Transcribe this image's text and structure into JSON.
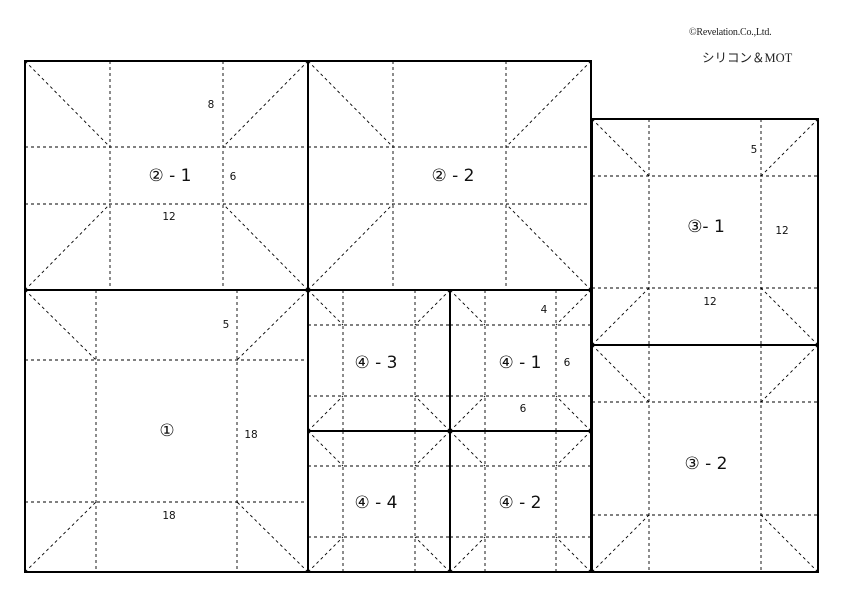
{
  "header": {
    "copyright": "©Revelation.Co.,Ltd.",
    "subtitle": "シリコン＆MOT"
  },
  "panels": [
    {
      "id": "2-1",
      "label": "② - 1"
    },
    {
      "id": "2-2",
      "label": "② - 2"
    },
    {
      "id": "3-1",
      "label": "③- 1"
    },
    {
      "id": "3-2",
      "label": "③ - 2"
    },
    {
      "id": "1",
      "label": "①"
    },
    {
      "id": "4-3",
      "label": "④ - 3"
    },
    {
      "id": "4-1",
      "label": "④ - 1"
    },
    {
      "id": "4-4",
      "label": "④ - 4"
    },
    {
      "id": "4-2",
      "label": "④ - 2"
    }
  ],
  "dimensions": [
    {
      "panel": "2-1",
      "text": "8"
    },
    {
      "panel": "2-1",
      "text": "6"
    },
    {
      "panel": "2-1",
      "text": "12"
    },
    {
      "panel": "3-1",
      "text": "5"
    },
    {
      "panel": "3-1",
      "text": "12"
    },
    {
      "panel": "3-1",
      "text": "12"
    },
    {
      "panel": "1",
      "text": "5"
    },
    {
      "panel": "1",
      "text": "18"
    },
    {
      "panel": "1",
      "text": "18"
    },
    {
      "panel": "4-1",
      "text": "4"
    },
    {
      "panel": "4-1",
      "text": "6"
    },
    {
      "panel": "4-1",
      "text": "6"
    }
  ]
}
